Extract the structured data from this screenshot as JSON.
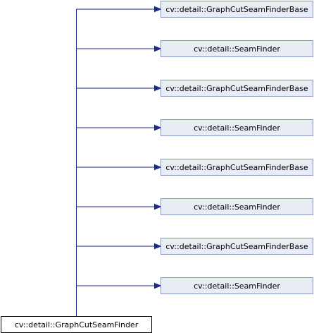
{
  "diagram": {
    "child": {
      "label": "cv::detail::GraphCutSeamFinder"
    },
    "parents": [
      {
        "label": "cv::detail::GraphCutSeamFinderBase"
      },
      {
        "label": "cv::detail::SeamFinder"
      },
      {
        "label": "cv::detail::GraphCutSeamFinderBase"
      },
      {
        "label": "cv::detail::SeamFinder"
      },
      {
        "label": "cv::detail::GraphCutSeamFinderBase"
      },
      {
        "label": "cv::detail::SeamFinder"
      },
      {
        "label": "cv::detail::GraphCutSeamFinderBase"
      },
      {
        "label": "cv::detail::SeamFinder"
      }
    ],
    "colors": {
      "parent_fill": "#e8edf5",
      "parent_border": "#8497c2",
      "child_fill": "#ffffff",
      "child_border": "#000000",
      "edge": "#1a2d8f"
    }
  }
}
